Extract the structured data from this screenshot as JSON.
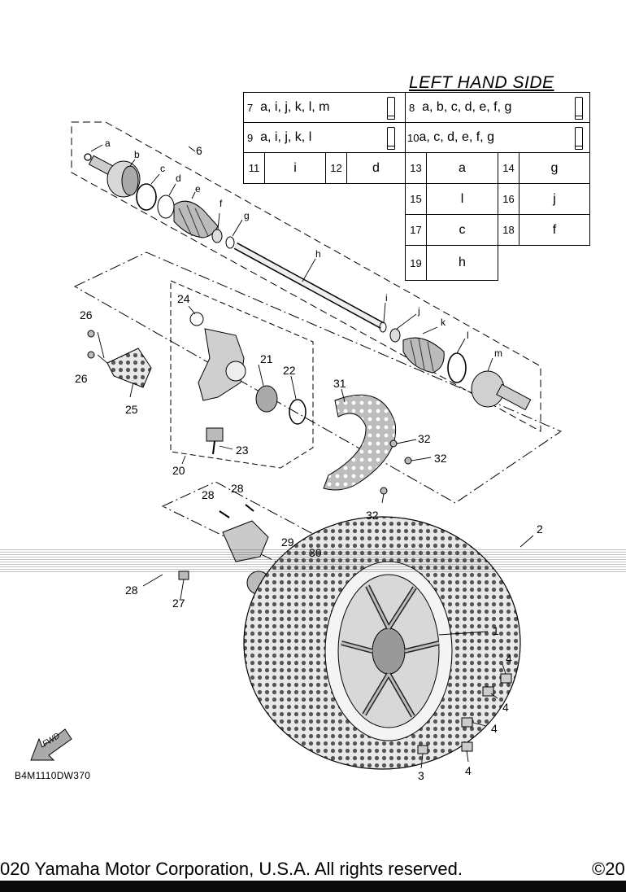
{
  "title": "LEFT HAND SIDE",
  "legend": {
    "rows": [
      [
        {
          "n": "7",
          "t": "a, i, j, k, l, m",
          "tube": true
        },
        {
          "n": "8",
          "t": "a, b, c, d, e, f, g",
          "tube": true
        }
      ],
      [
        {
          "n": "9",
          "t": "a, i, j, k, l",
          "tube": true
        },
        {
          "n": "10",
          "t": "a, c, d, e, f, g",
          "tube": true
        }
      ],
      [
        {
          "n": "11",
          "t": "i"
        },
        {
          "n": "12",
          "t": "d"
        },
        {
          "n": "13",
          "t": "a"
        },
        {
          "n": "14",
          "t": "g"
        }
      ],
      [
        {
          "n": "15",
          "t": "l"
        },
        {
          "n": "16",
          "t": "j"
        }
      ],
      [
        {
          "n": "17",
          "t": "c"
        },
        {
          "n": "18",
          "t": "f"
        }
      ],
      [
        {
          "n": "19",
          "t": "h"
        }
      ]
    ]
  },
  "callouts": {
    "numbers": [
      "6",
      "26",
      "26",
      "25",
      "24",
      "21",
      "22",
      "31",
      "32",
      "32",
      "32",
      "23",
      "20",
      "28",
      "28",
      "29",
      "30",
      "28",
      "27",
      "2",
      "1",
      "4",
      "4",
      "4",
      "4",
      "3"
    ],
    "letters": [
      "a",
      "b",
      "c",
      "d",
      "e",
      "f",
      "g",
      "h",
      "i",
      "j",
      "k",
      "l",
      "m"
    ]
  },
  "fwd_label": "FWD",
  "drawing_code": "B4M1110DW370",
  "copyright": "020 Yamaha Motor Corporation, U.S.A. All rights reserved.",
  "copyright_right": "©20"
}
